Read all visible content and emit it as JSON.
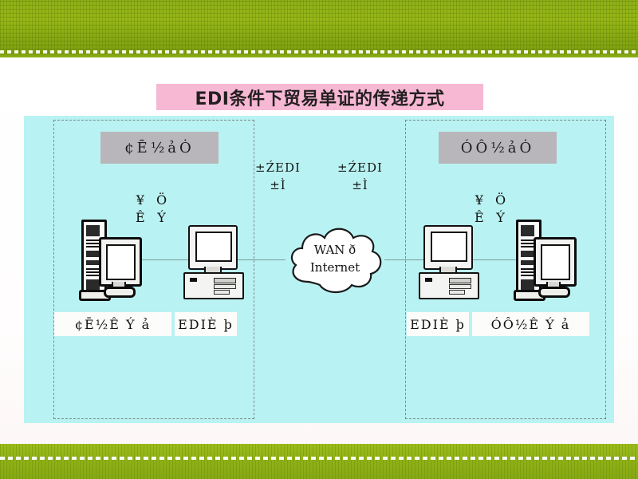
{
  "slide": {
    "title": "EDI条件下贸易单证的传递方式",
    "title_bg": "#f7b8d4",
    "canvas_bg": "#b9f2f2",
    "band_color": "#8fb117"
  },
  "zones": {
    "left": {
      "header_plate": "¢Ē½ảȮ",
      "vcol_a": [
        "¥",
        "Ê"
      ],
      "vcol_b": [
        "Ö",
        "Ý"
      ],
      "chip_primary": "¢Ē½Ê Ý ả",
      "chip_secondary": "EDIÈ þ"
    },
    "right": {
      "header_plate": "ÓÔ½ảȮ",
      "vcol_a": [
        "¥",
        "Ê"
      ],
      "vcol_b": [
        "Ö",
        "Ý"
      ],
      "chip_primary": "ÓÔ½Ê Ý ả",
      "chip_secondary": "EDIÈ þ"
    }
  },
  "center": {
    "edi_left": {
      "line1": "±ŹEDI",
      "line2": "±Ì"
    },
    "edi_right": {
      "line1": "±ŹEDI",
      "line2": "±Ì"
    },
    "cloud": {
      "line1": "WAN ð",
      "line2": "Internet"
    }
  },
  "icons": {
    "tower_left": "server-tower-icon",
    "monitor_left": "flat-monitor-icon",
    "pc_left": "desktop-computer-icon",
    "pc_right": "desktop-computer-icon",
    "tower_right": "server-tower-icon",
    "monitor_right": "flat-monitor-icon",
    "cloud": "network-cloud-icon"
  }
}
